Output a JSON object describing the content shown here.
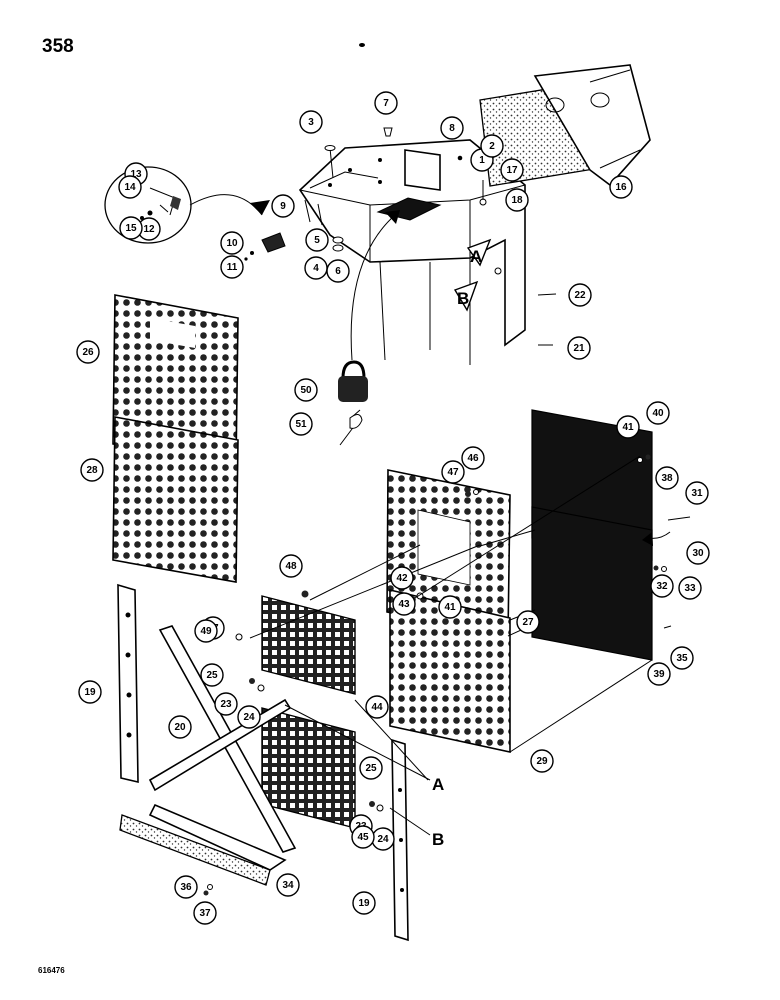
{
  "page": {
    "number": "358",
    "figure_code": "616476"
  },
  "reference_letters": [
    "A",
    "B",
    "A",
    "B"
  ],
  "callouts": [
    "1",
    "2",
    "3",
    "5",
    "6",
    "7",
    "8",
    "9",
    "10",
    "11",
    "12",
    "13",
    "14",
    "15",
    "16",
    "17",
    "18",
    "19",
    "20",
    "21",
    "22",
    "23",
    "24",
    "25",
    "26",
    "27",
    "28",
    "29",
    "30",
    "31",
    "32",
    "33",
    "34",
    "35",
    "36",
    "37",
    "38",
    "39",
    "40",
    "41",
    "42",
    "43",
    "44",
    "45",
    "46",
    "47",
    "48",
    "49",
    "50",
    "51"
  ],
  "callout_instances": [
    {
      "n": "1"
    },
    {
      "n": "2"
    },
    {
      "n": "3"
    },
    {
      "n": "4"
    },
    {
      "n": "5"
    },
    {
      "n": "6"
    },
    {
      "n": "7"
    },
    {
      "n": "8"
    },
    {
      "n": "9"
    },
    {
      "n": "10"
    },
    {
      "n": "11"
    },
    {
      "n": "12"
    },
    {
      "n": "13"
    },
    {
      "n": "14"
    },
    {
      "n": "15"
    },
    {
      "n": "16"
    },
    {
      "n": "17"
    },
    {
      "n": "18"
    },
    {
      "n": "19"
    },
    {
      "n": "19"
    },
    {
      "n": "20"
    },
    {
      "n": "21"
    },
    {
      "n": "22"
    },
    {
      "n": "23"
    },
    {
      "n": "23"
    },
    {
      "n": "24"
    },
    {
      "n": "24"
    },
    {
      "n": "25"
    },
    {
      "n": "25"
    },
    {
      "n": "26"
    },
    {
      "n": "27"
    },
    {
      "n": "28"
    },
    {
      "n": "29"
    },
    {
      "n": "30"
    },
    {
      "n": "31"
    },
    {
      "n": "32"
    },
    {
      "n": "33"
    },
    {
      "n": "34"
    },
    {
      "n": "35"
    },
    {
      "n": "36"
    },
    {
      "n": "37"
    },
    {
      "n": "38"
    },
    {
      "n": "39"
    },
    {
      "n": "40"
    },
    {
      "n": "41"
    },
    {
      "n": "41"
    },
    {
      "n": "42"
    },
    {
      "n": "43"
    },
    {
      "n": "44"
    },
    {
      "n": "45"
    },
    {
      "n": "46"
    },
    {
      "n": "47"
    },
    {
      "n": "47"
    },
    {
      "n": "48"
    },
    {
      "n": "49"
    },
    {
      "n": "50"
    },
    {
      "n": "51"
    }
  ]
}
